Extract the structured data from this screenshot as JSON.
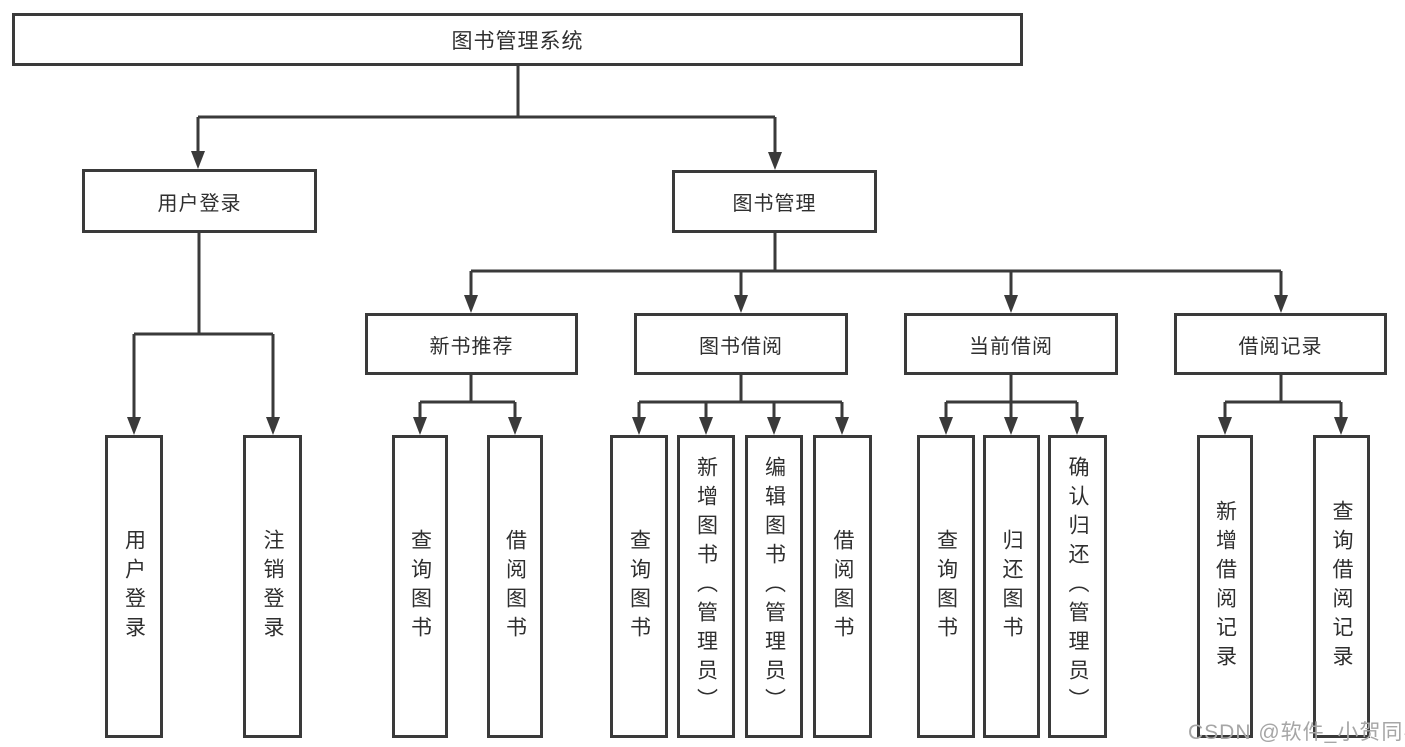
{
  "colors": {
    "line": "#3a3a3a",
    "box_border": "#3a3a3a",
    "text": "#2f2f2f",
    "watermark": "#a6a6a6",
    "background": "#ffffff"
  },
  "diagram": {
    "root": {
      "label": "图书管理系统"
    },
    "login": {
      "label": "用户登录",
      "children": [
        {
          "label": "用户登录"
        },
        {
          "label": "注销登录"
        }
      ]
    },
    "management": {
      "label": "图书管理",
      "branches": [
        {
          "label": "新书推荐",
          "children": [
            {
              "label": "查询图书"
            },
            {
              "label": "借阅图书"
            }
          ]
        },
        {
          "label": "图书借阅",
          "children": [
            {
              "label": "查询图书"
            },
            {
              "label": "新增图书（管理员）"
            },
            {
              "label": "编辑图书（管理员）"
            },
            {
              "label": "借阅图书"
            }
          ]
        },
        {
          "label": "当前借阅",
          "children": [
            {
              "label": "查询图书"
            },
            {
              "label": "归还图书"
            },
            {
              "label": "确认归还（管理员）"
            }
          ]
        },
        {
          "label": "借阅记录",
          "children": [
            {
              "label": "新增借阅记录"
            },
            {
              "label": "查询借阅记录"
            }
          ]
        }
      ]
    },
    "watermark": "CSDN @软件_小贺同学"
  }
}
